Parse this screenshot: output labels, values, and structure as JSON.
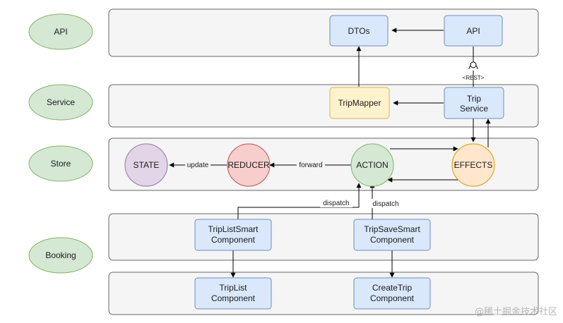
{
  "colors": {
    "layer_pill": "#d5e8d4",
    "layer_pill_stroke": "#82b366",
    "band_fill": "#f5f5f5",
    "band_stroke": "#666666",
    "blue_fill": "#dae8fc",
    "blue_stroke": "#6c8ebf",
    "yellow_fill": "#fff2cc",
    "yellow_stroke": "#d6b656",
    "purple_fill": "#e1d5e7",
    "purple_stroke": "#9673a6",
    "red_fill": "#f8cecc",
    "red_stroke": "#b85450",
    "green_fill": "#d5e8d4",
    "green_stroke": "#82b366",
    "orange_fill": "#ffe6cc",
    "orange_stroke": "#d79b00",
    "line": "#000000"
  },
  "layers": {
    "api": "API",
    "service": "Service",
    "store": "Store",
    "booking": "Booking"
  },
  "nodes": {
    "dtos": "DTOs",
    "api": "API",
    "rest": "<REST>",
    "tripmapper": "TripMapper",
    "trip_service_l1": "Trip",
    "trip_service_l2": "Service",
    "state": "STATE",
    "reducer": "REDUCER",
    "action": "ACTION",
    "effects": "EFFECTS",
    "triplistsmart_l1": "TripListSmart",
    "triplistsmart_l2": "Component",
    "tripsavesmart_l1": "TripSaveSmart",
    "tripsavesmart_l2": "Component",
    "triplist_l1": "TripList",
    "triplist_l2": "Component",
    "createtrip_l1": "CreateTrip",
    "createtrip_l2": "Component"
  },
  "edges": {
    "update": "update",
    "forward": "forward",
    "dispatch_left": "dispatch",
    "dispatch_right": "dispatch"
  },
  "watermark": "@稀土掘金技术社区"
}
